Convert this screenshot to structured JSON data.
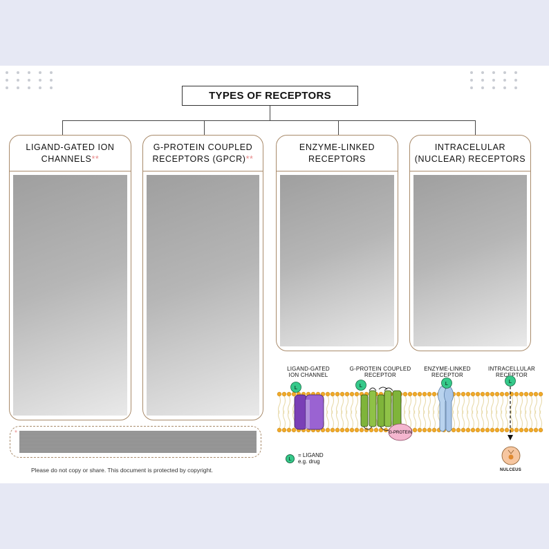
{
  "title": "TYPES OF RECEPTORS",
  "columns": [
    {
      "line1": "LIGAND-GATED ION",
      "line2": "CHANNELS",
      "stars": "**"
    },
    {
      "line1": "G-PROTEIN COUPLED",
      "line2": "RECEPTORS (GPCR)",
      "stars": "**"
    },
    {
      "line1": "ENZYME-LINKED",
      "line2": "RECEPTORS",
      "stars": ""
    },
    {
      "line1": "INTRACELULAR",
      "line2": "(NUCLEAR) RECEPTORS",
      "stars": ""
    }
  ],
  "footnote_star": "*",
  "copyright": "Please do not copy or share. This document is protected by copyright.",
  "diagram": {
    "labels": {
      "ion_channel": [
        "LIGAND-GATED",
        "ION CHANNEL"
      ],
      "gpcr": [
        "G-PROTEIN COUPLED",
        "RECEPTOR"
      ],
      "enzyme": [
        "ENZYME-LINKED",
        "RECEPTOR"
      ],
      "intracellular": [
        "INTRACELLULAR",
        "RECEPTOR"
      ]
    },
    "ligand_symbol": "L",
    "gprotein_label": "G-PROTEIN",
    "nucleus_label": "NULCEUS",
    "key_line1": "= LIGAND",
    "key_line2": "e.g. drug"
  },
  "colors": {
    "card_border": "#a88a6a",
    "star": "#e88a8a",
    "ligand": "#35c98a",
    "ion_channel": "#8b4fc4",
    "gpcr": "#7fb43a",
    "enzyme": "#b9d3ee",
    "gprotein": "#f4b6cf",
    "membrane_head": "#f0a928",
    "nucleus": "#f6c6a0"
  }
}
